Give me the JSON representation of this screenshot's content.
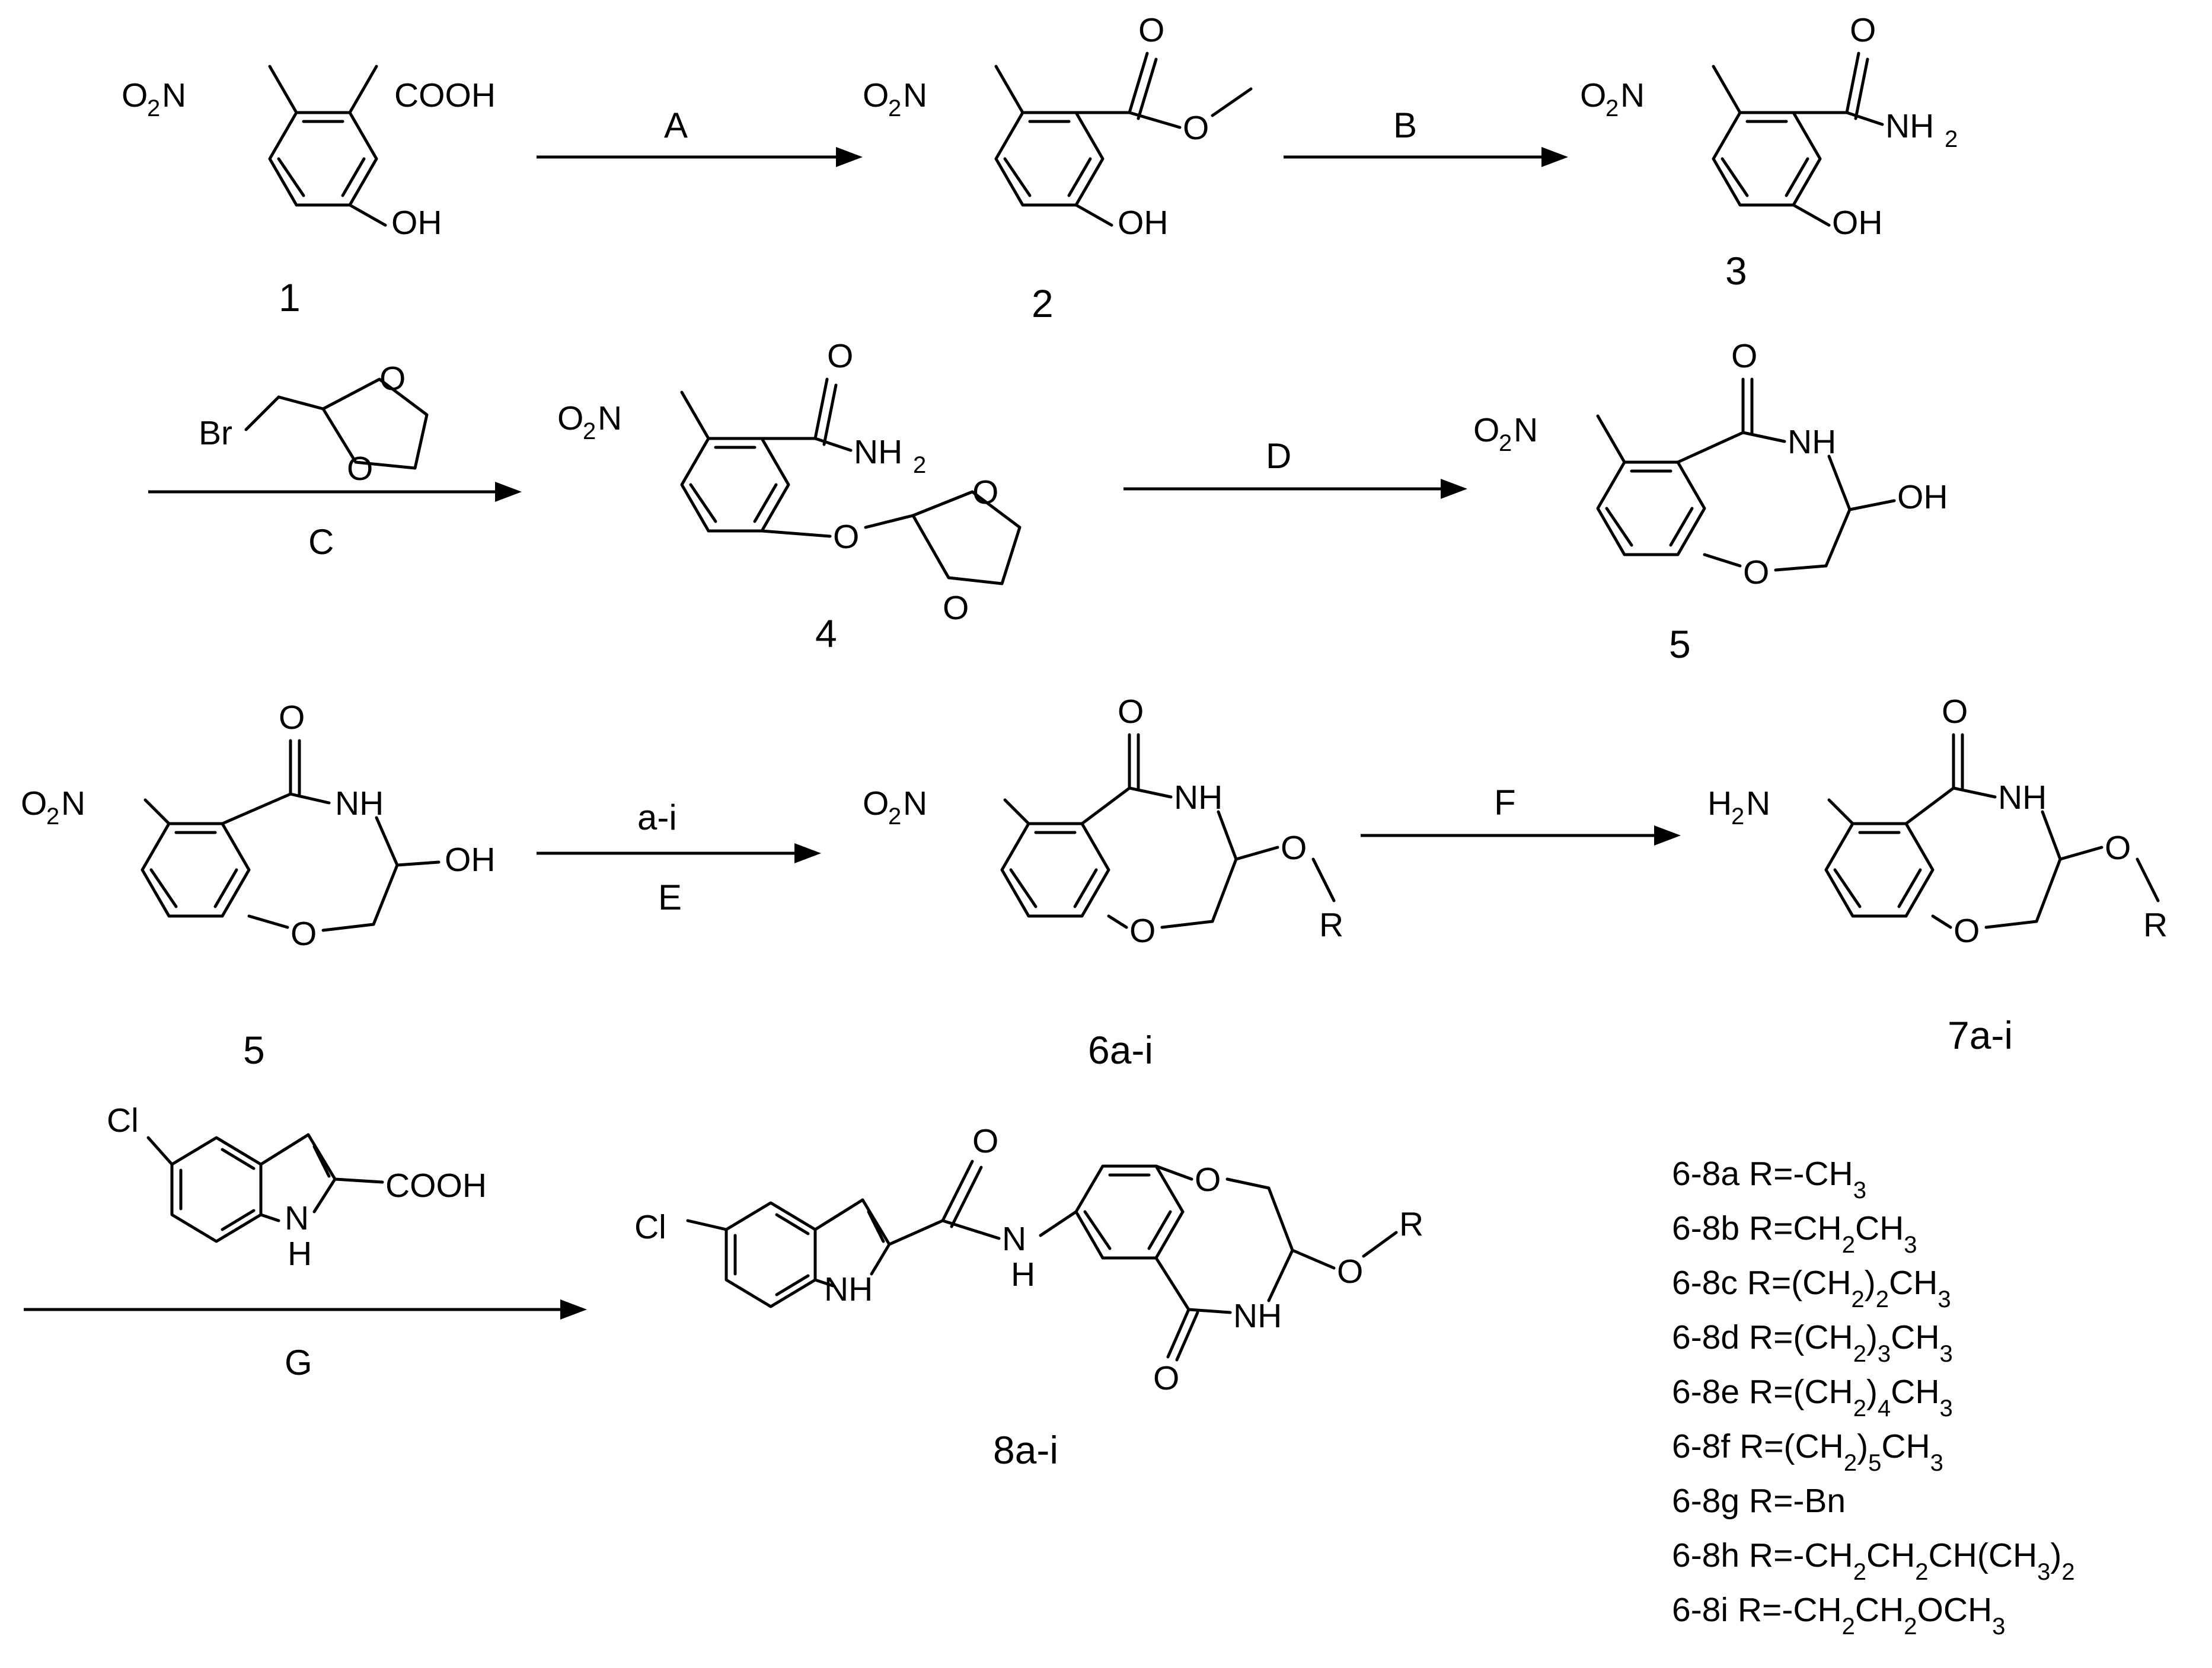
{
  "compounds": {
    "c1": "1",
    "c2": "2",
    "c3": "3",
    "c4": "4",
    "c5a": "5",
    "c5b": "5",
    "c6": "6a-i",
    "c7": "7a-i",
    "c8": "8a-i"
  },
  "arrows": {
    "A": "A",
    "B": "B",
    "C": "C",
    "D": "D",
    "E_top": "a-i",
    "E": "E",
    "F": "F",
    "G": "G"
  },
  "atoms": {
    "O2": "O",
    "two": "2",
    "N": "N",
    "COOH": "COOH",
    "OH": "OH",
    "O": "O",
    "NH": "NH",
    "NH2": "NH",
    "Br": "Br",
    "H2": "H",
    "H2N_N": "N",
    "R": "R",
    "Cl": "Cl",
    "H": "H",
    "NH_lower": "NH"
  },
  "substituents": [
    {
      "code": "6-8a",
      "prefix": "R=-CH",
      "sub": "3",
      "suffix": ""
    },
    {
      "code": "6-8b",
      "prefix": "R=CH",
      "sub": "2",
      "mid": "CH",
      "sub2": "3"
    },
    {
      "code": "6-8c",
      "prefix": "R=(CH",
      "sub": "2",
      "mid": ")",
      "sub2": "2",
      "suffix": "CH",
      "sub3": "3"
    },
    {
      "code": "6-8d",
      "prefix": "R=(CH",
      "sub": "2",
      "mid": ")",
      "sub2": "3",
      "suffix": "CH",
      "sub3": "3"
    },
    {
      "code": "6-8e",
      "prefix": "R=(CH",
      "sub": "2",
      "mid": ")",
      "sub2": "4",
      "suffix": "CH",
      "sub3": "3"
    },
    {
      "code": "6-8f",
      "prefix": "R=(CH",
      "sub": "2",
      "mid": ")",
      "sub2": "5",
      "suffix": "CH",
      "sub3": "3"
    },
    {
      "code": "6-8g",
      "prefix": "R=-Bn"
    },
    {
      "code": "6-8h",
      "prefix": "R=-CH",
      "sub": "2",
      "mid": "CH",
      "sub2": "2",
      "suffix": "CH(CH",
      "sub3": "3",
      "tail": ")",
      "sub4": "2"
    },
    {
      "code": "6-8i",
      "prefix": "R=-CH",
      "sub": "2",
      "mid": "CH",
      "sub2": "2",
      "suffix": "OCH",
      "sub3": "3"
    }
  ]
}
